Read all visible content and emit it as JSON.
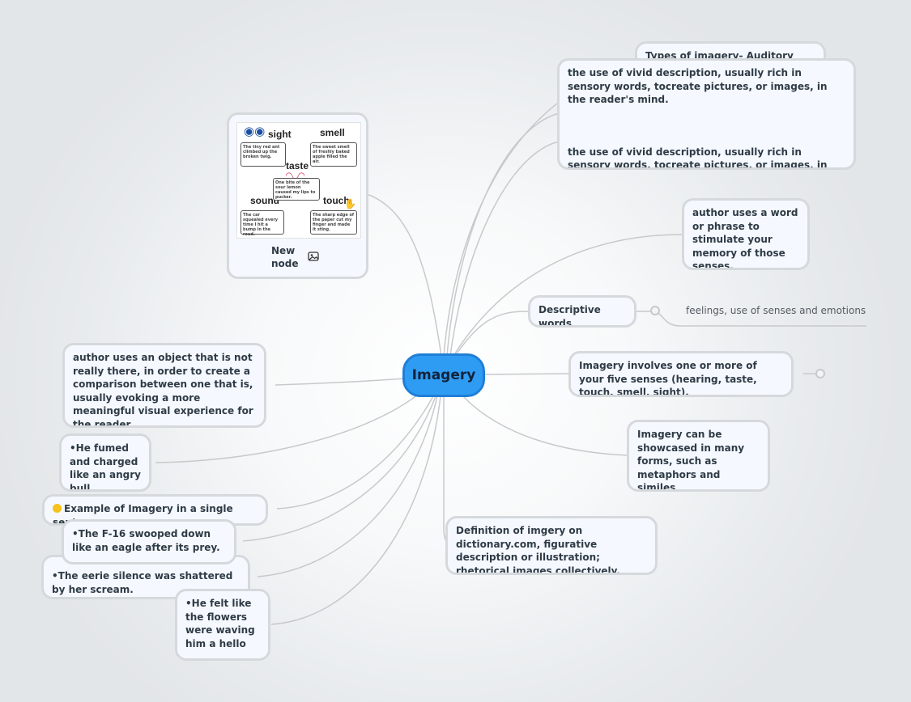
{
  "center": {
    "label": "Imagery"
  },
  "nodes": {
    "types_imagery": "Types of imagery- Auditory imagery",
    "definition_vivid_1": "the use of vivid description, usually rich in sensory words, tocreate pictures, or images, in the reader's mind.",
    "definition_vivid_2": "the use of vivid description, usually rich in sensory words, tocreate pictures, or images, in the reader's mind.",
    "author_word": "author uses a word or phrase to stimulate your memory of those senses.",
    "descriptive_words": "Descriptive words",
    "descriptive_child": "feelings, use of senses and emotions",
    "five_senses": "Imagery involves one or more of your five senses (hearing, taste, touch, smell, sight).",
    "showcased": "Imagery can be showcased in many forms, such as metaphors and similes",
    "dictionary": "Definition of imgery on dictionary.com, figurative description or illustration; rhetorical images collectively.",
    "author_object": "author uses an object that is not really there, in order to create a comparison between one that is, usually evoking a more meaningful visual experience for the reader.",
    "fumed": "•He fumed and charged like an angry bull.",
    "example_single": "Example of Imagery in a single sentence",
    "f16": "•The F-16 swooped down like an eagle after its prey.",
    "eerie": "•The eerie silence was shattered by her scream.",
    "flowers": "•He felt like the flowers were waving him a hello",
    "image_node": "New node"
  },
  "image_content": {
    "labels": {
      "sight": "sight",
      "smell": "smell",
      "taste": "taste",
      "sound": "sound",
      "touch": "touch"
    },
    "cards": {
      "sight": "The tiny red ant climbed up the broken twig.",
      "smell": "The sweet smell of freshly baked apple filled the air.",
      "taste": "One bite of the sour lemon caused my lips to pucker.",
      "sound": "The car squealed every time I hit a bump in the road.",
      "touch": "The sharp edge of the paper cut my finger and made it sting."
    }
  },
  "icons": {
    "image_node_icon": "image-icon",
    "example_emoji": "smiley-emoji-icon"
  },
  "colors": {
    "center_fill": "#2f9cf4",
    "node_fill": "#f5f9ff",
    "node_border": "#d6d9dc",
    "link": "#c7c9cb"
  }
}
